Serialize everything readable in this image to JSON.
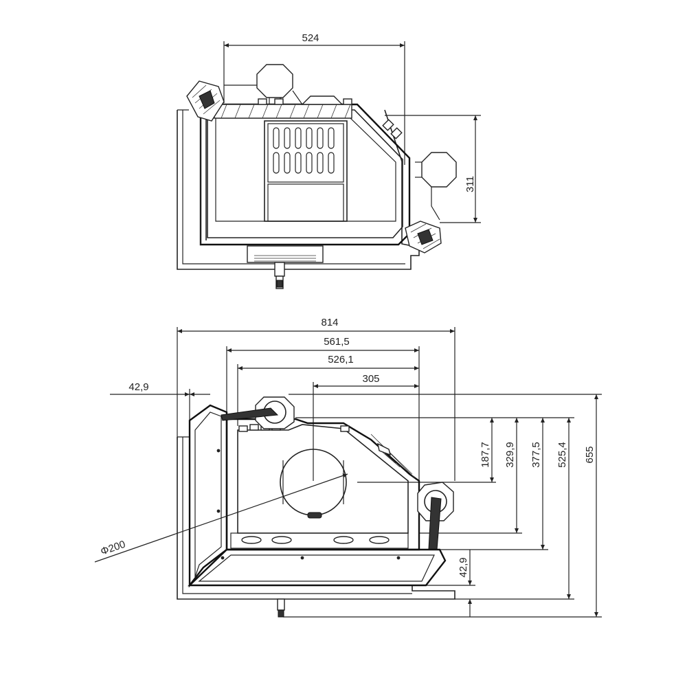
{
  "top_view": {
    "dim_width": "524",
    "dim_depth": "311"
  },
  "front_view": {
    "dim_overall": "814",
    "dim_a": "561,5",
    "dim_b": "526,1",
    "dim_c": "305",
    "dim_offset": "42,9",
    "dim_h1": "187,7",
    "dim_h2": "329,9",
    "dim_h3": "377,5",
    "dim_h4": "525,4",
    "dim_h5": "655",
    "dim_bottom": "42,9",
    "dim_flue": "Φ200"
  }
}
